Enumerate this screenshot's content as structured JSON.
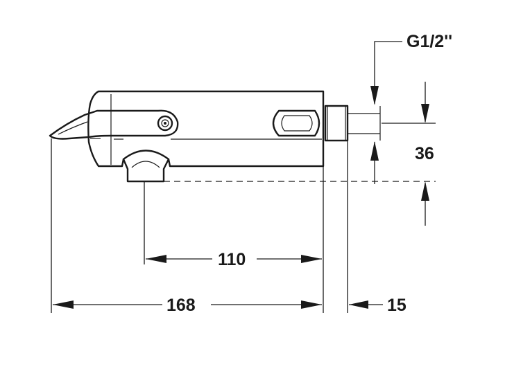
{
  "dimensions": {
    "thread": "G1/2''",
    "height": "36",
    "spacing": "110",
    "total_length": "168",
    "wall_offset": "15"
  }
}
